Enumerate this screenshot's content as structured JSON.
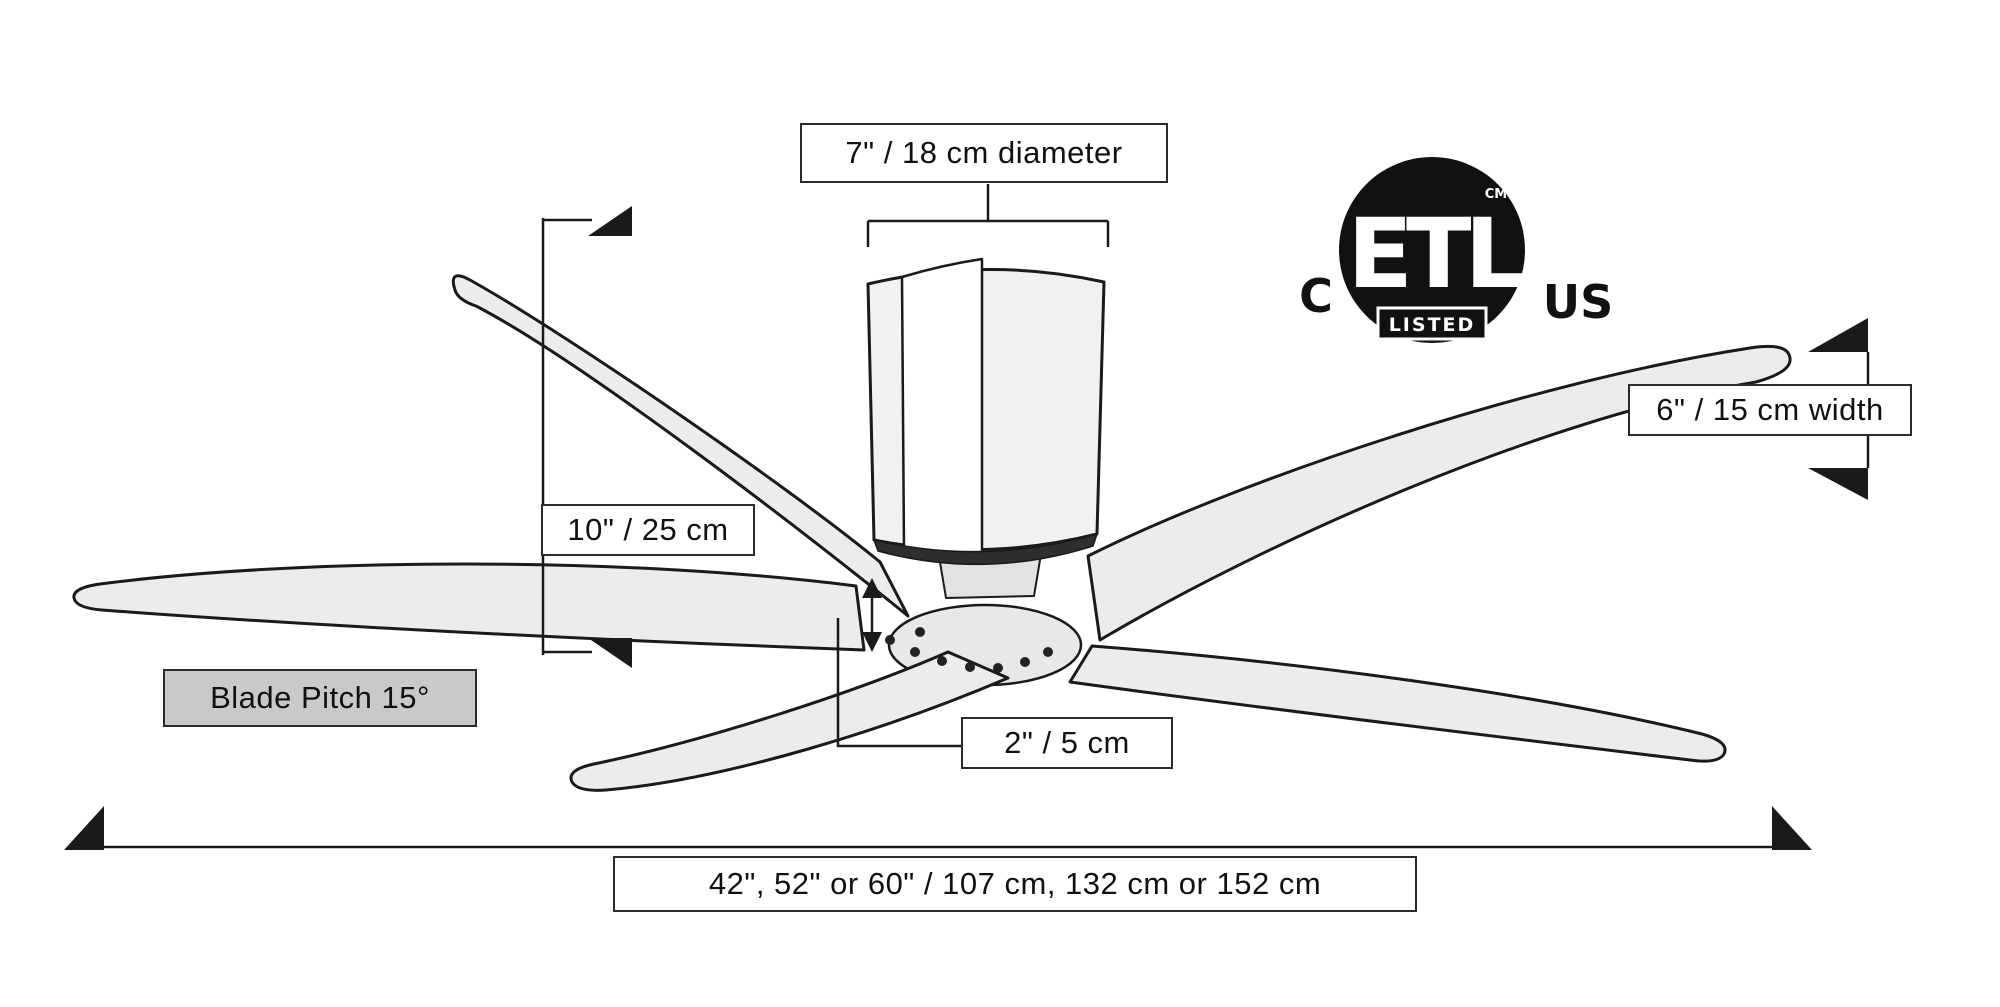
{
  "diagram": {
    "labels": {
      "diameter": "7\" / 18 cm diameter",
      "blade_width": "6\" / 15 cm width",
      "height": "10\" / 25 cm",
      "gap": "2\" / 5 cm",
      "blade_pitch": "Blade Pitch 15°",
      "span": "42\", 52\" or 60\" / 107 cm, 132 cm or 152 cm"
    },
    "certification": {
      "mark_letters": "ETL",
      "left_letter": "C",
      "right_letters": "US",
      "banner": "LISTED",
      "trademark": "CM"
    },
    "colors": {
      "outline": "#1a1a1a",
      "blade_fill": "#ececec",
      "housing_fill": "#f1f1f1",
      "housing_stripe": "#ffffff",
      "pitch_label_bg": "#c9c9c9",
      "background": "#ffffff"
    }
  }
}
